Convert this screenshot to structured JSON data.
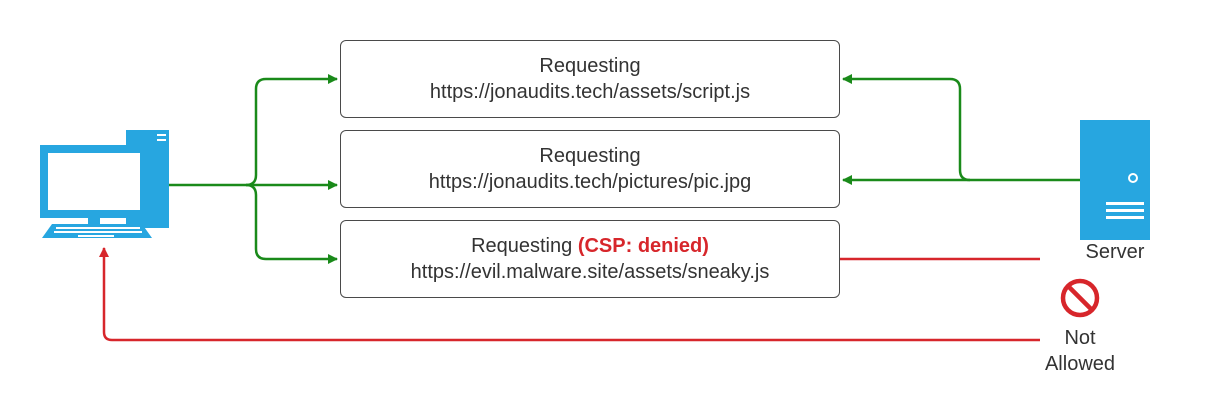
{
  "colors": {
    "allowed": "#1a8a1a",
    "denied": "#d7262b",
    "device_blue": "#27a6e0",
    "text": "#333333"
  },
  "requests": [
    {
      "prefix": "Requesting",
      "status": "",
      "url": "https://jonaudits.tech/assets/script.js"
    },
    {
      "prefix": "Requesting",
      "status": "",
      "url": "https://jonaudits.tech/pictures/pic.jpg"
    },
    {
      "prefix": "Requesting",
      "status": "(CSP: denied)",
      "url": "https://evil.malware.site/assets/sneaky.js"
    }
  ],
  "server": {
    "label": "Server",
    "icon": "server-icon"
  },
  "client": {
    "icon": "computer-icon"
  },
  "blocked": {
    "label_line1": "Not",
    "label_line2": "Allowed",
    "icon": "prohibited-icon"
  }
}
